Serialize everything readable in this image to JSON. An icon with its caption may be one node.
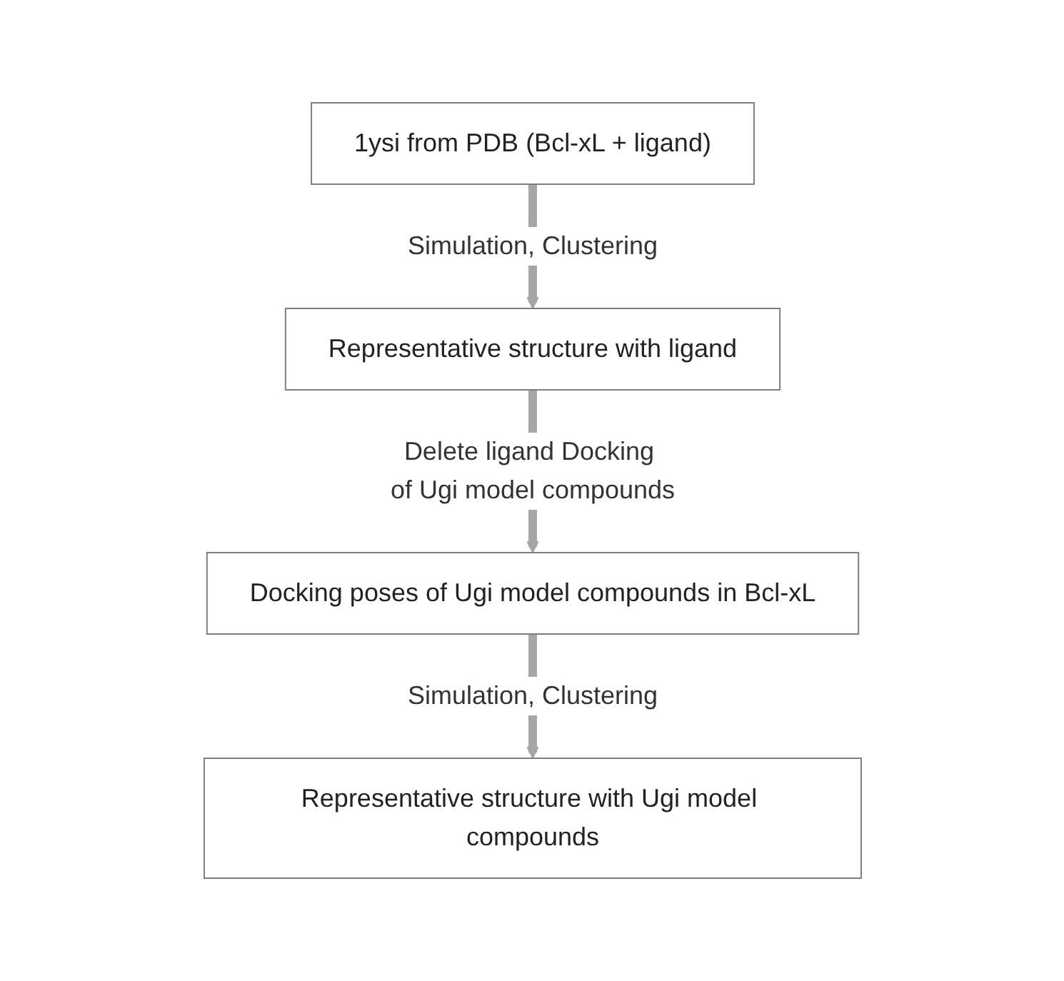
{
  "diagram": {
    "nodes": [
      {
        "text": [
          "1ysi from PDB (Bcl-xL + ligand)"
        ]
      },
      {
        "text": [
          "Representative structure with ligand"
        ]
      },
      {
        "text": [
          "Docking poses of Ugi model compounds in Bcl-xL"
        ]
      },
      {
        "text": [
          "Representative structure with Ugi model compounds"
        ]
      }
    ],
    "edges": [
      {
        "from": 0,
        "to": 1,
        "arrow": "to",
        "label": "Simulation, Clustering"
      },
      {
        "from": 1,
        "to": 2,
        "arrow": "to",
        "label": "Delete ligand Docking of Ugi model compounds"
      },
      {
        "from": 2,
        "to": 3,
        "arrow": "to",
        "label": "Simulation, Clustering"
      }
    ]
  }
}
